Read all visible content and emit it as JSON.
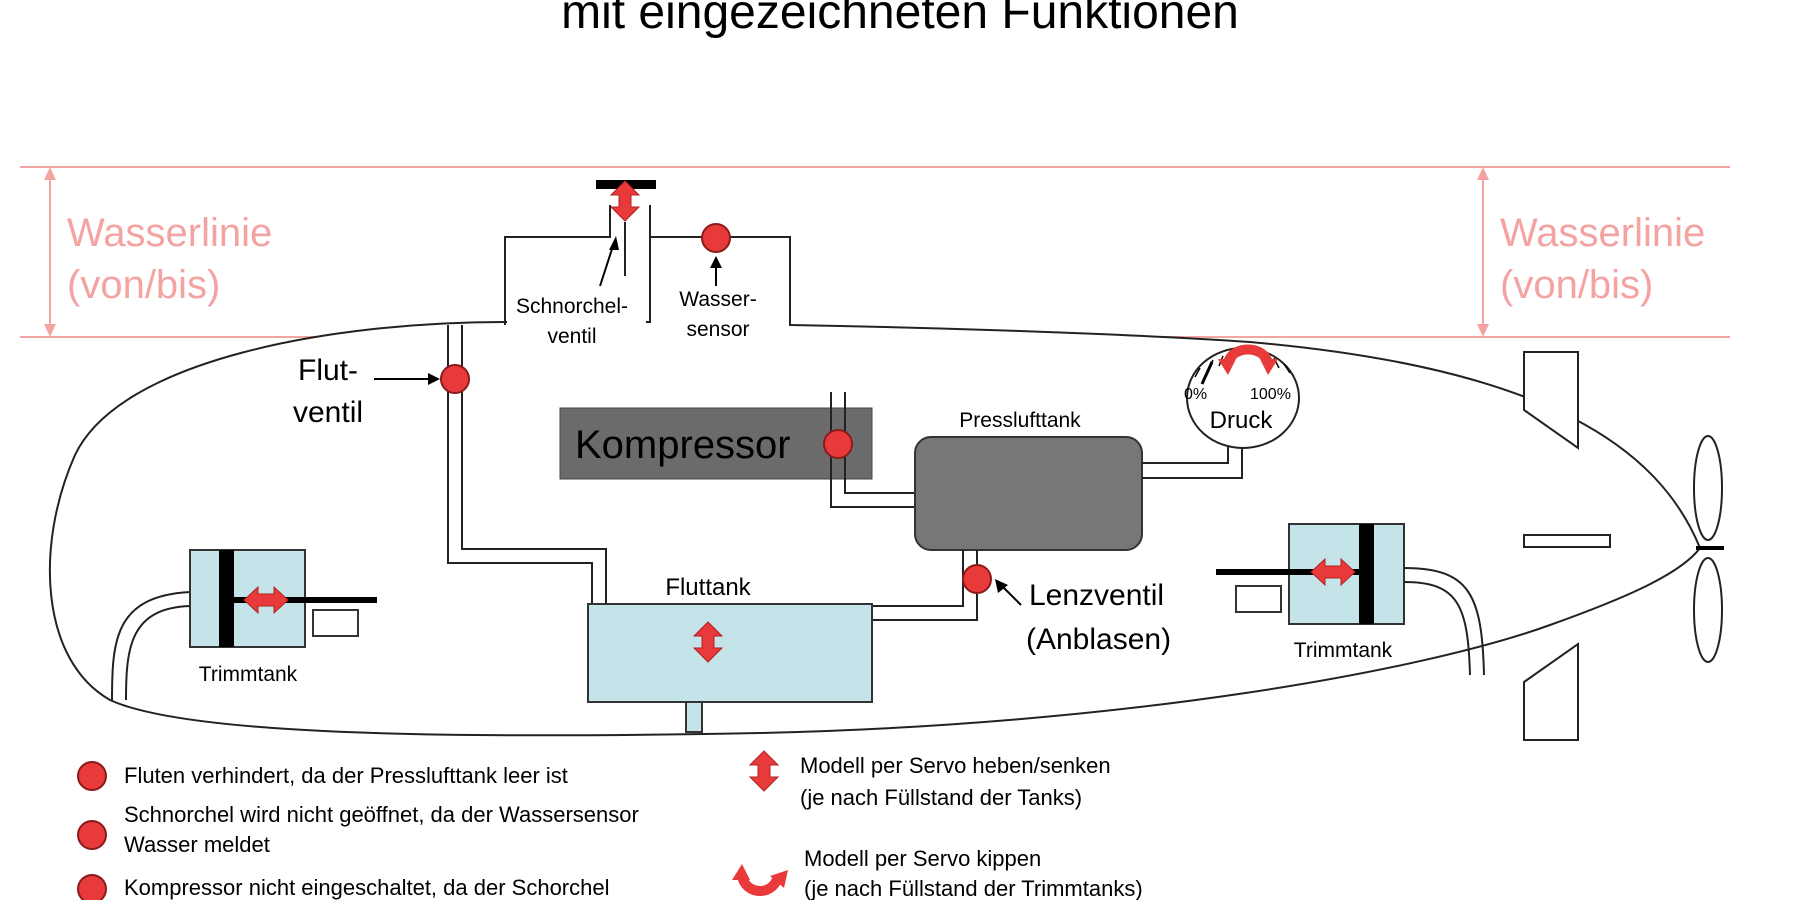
{
  "title": "mit eingezeichneten Funktionen",
  "waterline": {
    "line1": "Wasserlinie",
    "line2": "(von/bis)"
  },
  "labels": {
    "snorkel_valve": [
      "Schnorchel-",
      "ventil"
    ],
    "water_sensor": [
      "Wasser-",
      "sensor"
    ],
    "flood_valve": [
      "Flut-",
      "ventil"
    ],
    "compressor": "Kompressor",
    "air_tank": "Presslufttank",
    "pressure_gauge": {
      "label": "Druck",
      "min": "0%",
      "max": "100%"
    },
    "flood_tank": "Fluttank",
    "drain_valve": [
      "Lenzventil",
      "(Anblasen)"
    ],
    "trim_tank_left": "Trimmtank",
    "trim_tank_right": "Trimmtank"
  },
  "legend": {
    "circles": [
      [
        "Fluten verhindert, da der Presslufttank leer ist"
      ],
      [
        "Schnorchel wird nicht geöffnet, da der Wassersensor",
        "Wasser meldet"
      ],
      [
        "Kompressor nicht eingeschaltet, da der Schorchel"
      ]
    ],
    "updown": [
      "Modell per Servo heben/senken",
      "(je nach Füllstand der Tanks)"
    ],
    "tilt": [
      "Modell per Servo kippen",
      "(je nach Füllstand der Trimmtanks)"
    ]
  },
  "colors": {
    "waterline": "#f4a3a3",
    "valve_red": "#e83a3a",
    "tank_blue": "#c5e4ea",
    "compressor_gray": "#6b6b6b",
    "air_tank_gray": "#777777"
  }
}
